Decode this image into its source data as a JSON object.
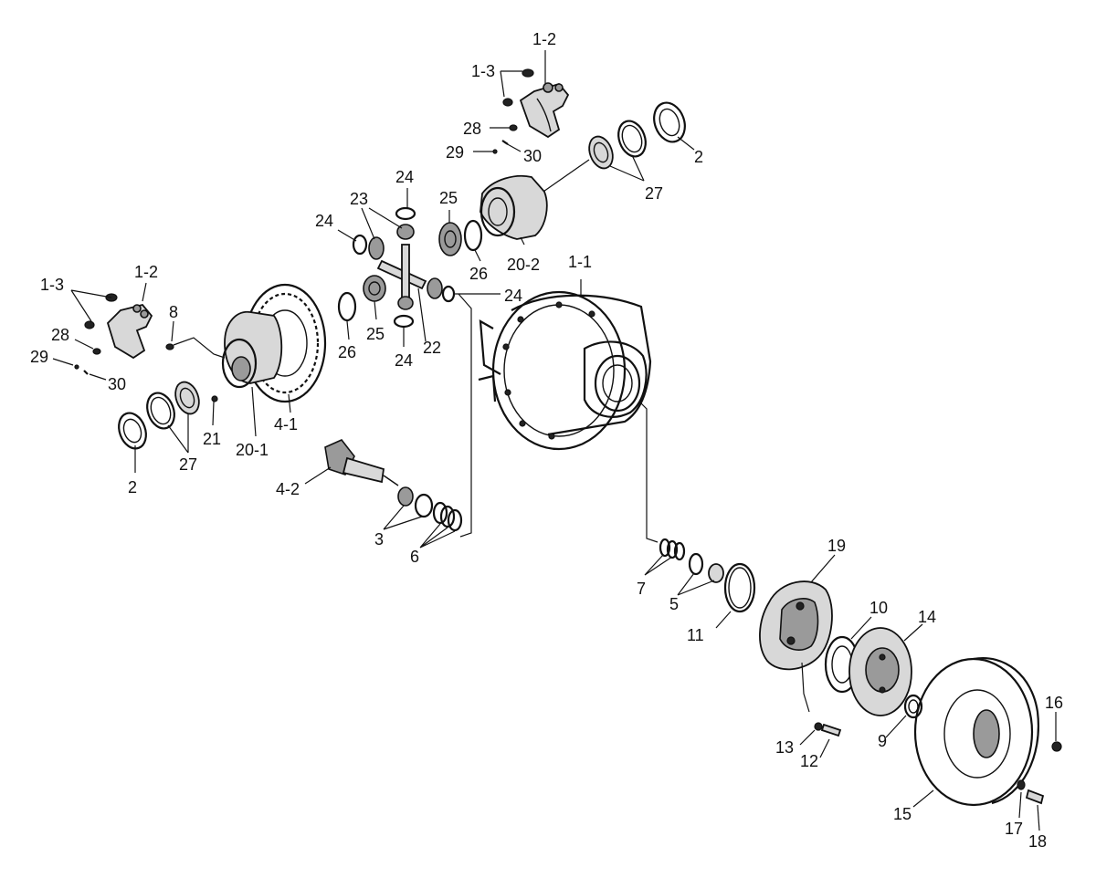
{
  "callouts": [
    {
      "id": "c-1-2-top",
      "text": "1-2"
    },
    {
      "id": "c-1-3-top",
      "text": "1-3"
    },
    {
      "id": "c-28-top",
      "text": "28"
    },
    {
      "id": "c-29-top",
      "text": "29"
    },
    {
      "id": "c-30-top",
      "text": "30"
    },
    {
      "id": "c-2-right",
      "text": "2"
    },
    {
      "id": "c-27-right",
      "text": "27"
    },
    {
      "id": "c-24-a",
      "text": "24"
    },
    {
      "id": "c-23",
      "text": "23"
    },
    {
      "id": "c-25-a",
      "text": "25"
    },
    {
      "id": "c-24-b",
      "text": "24"
    },
    {
      "id": "c-26-a",
      "text": "26"
    },
    {
      "id": "c-20-2",
      "text": "20-2"
    },
    {
      "id": "c-1-1",
      "text": "1-1"
    },
    {
      "id": "c-24-c",
      "text": "24"
    },
    {
      "id": "c-1-2-left",
      "text": "1-2"
    },
    {
      "id": "c-1-3-left",
      "text": "1-3"
    },
    {
      "id": "c-8",
      "text": "8"
    },
    {
      "id": "c-28-left",
      "text": "28"
    },
    {
      "id": "c-29-left",
      "text": "29"
    },
    {
      "id": "c-30-left",
      "text": "30"
    },
    {
      "id": "c-26-b",
      "text": "26"
    },
    {
      "id": "c-25-b",
      "text": "25"
    },
    {
      "id": "c-22",
      "text": "22"
    },
    {
      "id": "c-24-d",
      "text": "24"
    },
    {
      "id": "c-21",
      "text": "21"
    },
    {
      "id": "c-20-1",
      "text": "20-1"
    },
    {
      "id": "c-4-1",
      "text": "4-1"
    },
    {
      "id": "c-27-left",
      "text": "27"
    },
    {
      "id": "c-2-left",
      "text": "2"
    },
    {
      "id": "c-4-2",
      "text": "4-2"
    },
    {
      "id": "c-3",
      "text": "3"
    },
    {
      "id": "c-6",
      "text": "6"
    },
    {
      "id": "c-19",
      "text": "19"
    },
    {
      "id": "c-7",
      "text": "7"
    },
    {
      "id": "c-5",
      "text": "5"
    },
    {
      "id": "c-10",
      "text": "10"
    },
    {
      "id": "c-11",
      "text": "11"
    },
    {
      "id": "c-14",
      "text": "14"
    },
    {
      "id": "c-16",
      "text": "16"
    },
    {
      "id": "c-13",
      "text": "13"
    },
    {
      "id": "c-12",
      "text": "12"
    },
    {
      "id": "c-9",
      "text": "9"
    },
    {
      "id": "c-15",
      "text": "15"
    },
    {
      "id": "c-17",
      "text": "17"
    },
    {
      "id": "c-18",
      "text": "18"
    }
  ]
}
